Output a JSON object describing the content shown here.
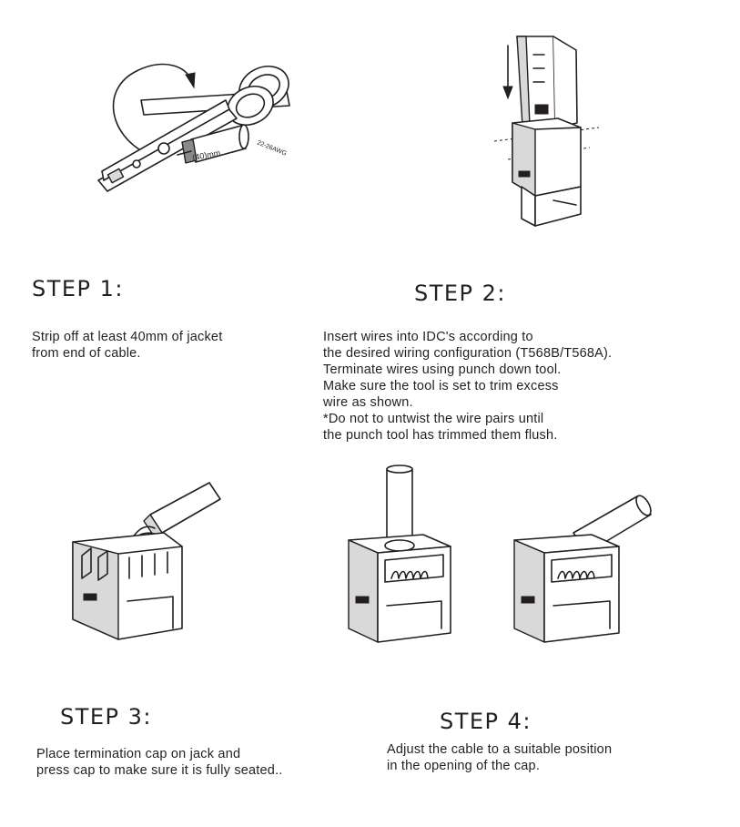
{
  "steps": [
    {
      "title": "STEP 1:",
      "lines": [
        "Strip off at least 40mm of jacket",
        "from end of cable."
      ]
    },
    {
      "title": "STEP 2:",
      "lines": [
        "Insert wires into IDC's according to",
        "the desired wiring configuration (T568B/T568A).",
        "Terminate wires using punch down tool.",
        "Make sure the tool is set to trim excess",
        "wire as shown.",
        "*Do not to untwist the wire pairs until",
        "the punch tool has trimmed them flush."
      ]
    },
    {
      "title": "STEP 3:",
      "lines": [
        "Place termination cap on jack and",
        "press cap to make sure it is fully seated.."
      ]
    },
    {
      "title": "STEP 4:",
      "lines": [
        "Adjust the cable to a suitable position",
        "in the opening of the cap."
      ]
    }
  ],
  "figure1": {
    "measure_label": "(40)mm",
    "gauge_label": "22-26AWG"
  }
}
